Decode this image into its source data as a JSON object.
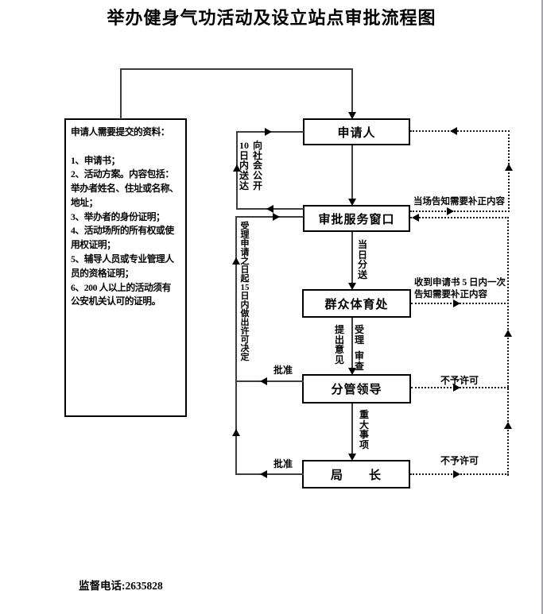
{
  "title": "举办健身气功活动及设立站点审批流程图",
  "panel": {
    "text": "申请人需要提交的资料：\n\n1、申请书；\n2、活动方案。内容包括：\n举办者姓名、住址或名称、\n地址；\n3、举办者的身份证明；\n4、活动场所的所有权或使\n用权证明；\n5、辅导人员或专业管理人\n员的资格证明；\n6、200 人以上的活动须有\n公安机关认可的证明。"
  },
  "nodes": {
    "applicant": "申请人",
    "service_window": "审批服务窗口",
    "mass_sports": "群众体育处",
    "division_leader": "分管领导",
    "bureau_chief": "局　　长"
  },
  "edge_labels": {
    "deliver_10_days": "10\n日\n内\n送\n达",
    "publicize": "向\n社\n会\n公\n开",
    "spot_correction": "当场告知需要补正内容",
    "same_day_dispatch": "当\n日\n分\n送",
    "decision_15_days": "受\n理\n申\n请\n之\n日\n起\n15\n日\n内\n做\n出\n许\n可\n决\n定",
    "five_day_correction": "收到申请书 5 日内一次\n告知需要补正内容",
    "submit_opinion": "提\n出\n意\n见",
    "accept": "受\n理",
    "review": "审\n查",
    "major_matters": "重\n大\n事\n项",
    "approve_leader": "批准",
    "no_permit_leader": "不予许可",
    "approve_chief": "批准",
    "no_permit_chief": "不予许可"
  },
  "footer": {
    "supervision_phone": "监督电话:2635828"
  }
}
